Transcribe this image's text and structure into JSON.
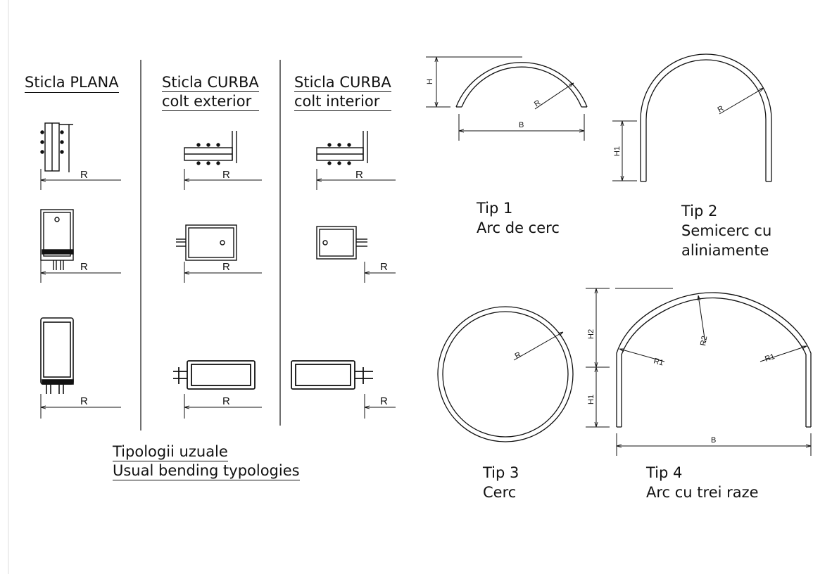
{
  "columns": [
    {
      "line1": "Sticla PLANA",
      "line2": ""
    },
    {
      "line1": "Sticla CURBA",
      "line2": "colt exterior"
    },
    {
      "line1": "Sticla CURBA",
      "line2": "colt interior"
    }
  ],
  "radius_label": "R",
  "footer": {
    "line1": "Tipologii uzuale",
    "line2": "Usual bending typologies"
  },
  "types": [
    {
      "name": "Tip 1",
      "desc": "Arc de cerc"
    },
    {
      "name": "Tip 2",
      "desc": "Semicerc cu",
      "desc2": "aliniamente"
    },
    {
      "name": "Tip 3",
      "desc": "Cerc"
    },
    {
      "name": "Tip 4",
      "desc": "Arc cu trei raze"
    }
  ],
  "dimension_labels": {
    "H": "H",
    "B": "B",
    "H1": "H1",
    "H2": "H2",
    "R": "R",
    "R1": "R1",
    "R2": "R2"
  }
}
